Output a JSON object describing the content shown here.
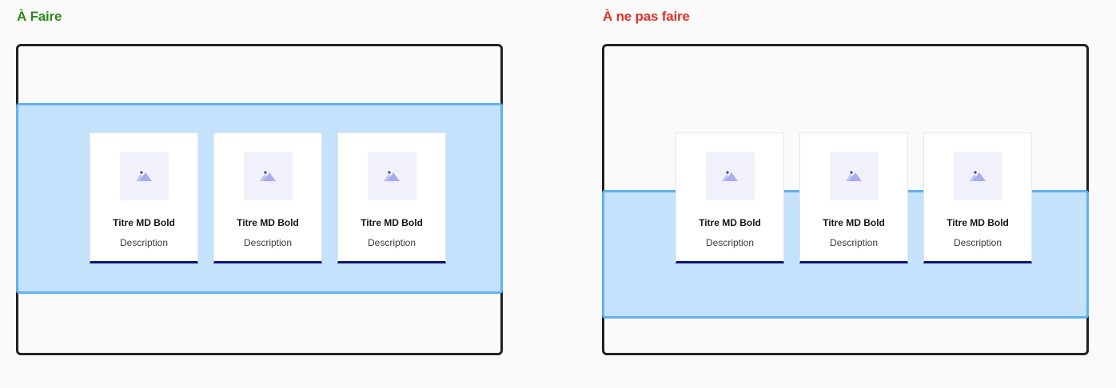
{
  "colors": {
    "do_title": "#2e8a1f",
    "dont_title": "#e0312a",
    "frame_border": "#222222",
    "band_fill": "#c4e2fb",
    "band_border": "#5fb1ee",
    "card_accent": "#0f1378",
    "thumb_bg": "#f1f1fb",
    "icon_color": "#a9acec"
  },
  "panels": [
    {
      "id": "do",
      "title": "À Faire",
      "cards": [
        {
          "icon": "image-placeholder-icon",
          "title": "Titre MD Bold",
          "description": "Description"
        },
        {
          "icon": "image-placeholder-icon",
          "title": "Titre MD Bold",
          "description": "Description"
        },
        {
          "icon": "image-placeholder-icon",
          "title": "Titre MD Bold",
          "description": "Description"
        }
      ]
    },
    {
      "id": "dont",
      "title": "À ne pas faire",
      "cards": [
        {
          "icon": "image-placeholder-icon",
          "title": "Titre MD Bold",
          "description": "Description"
        },
        {
          "icon": "image-placeholder-icon",
          "title": "Titre MD Bold",
          "description": "Description"
        },
        {
          "icon": "image-placeholder-icon",
          "title": "Titre MD Bold",
          "description": "Description"
        }
      ]
    }
  ]
}
